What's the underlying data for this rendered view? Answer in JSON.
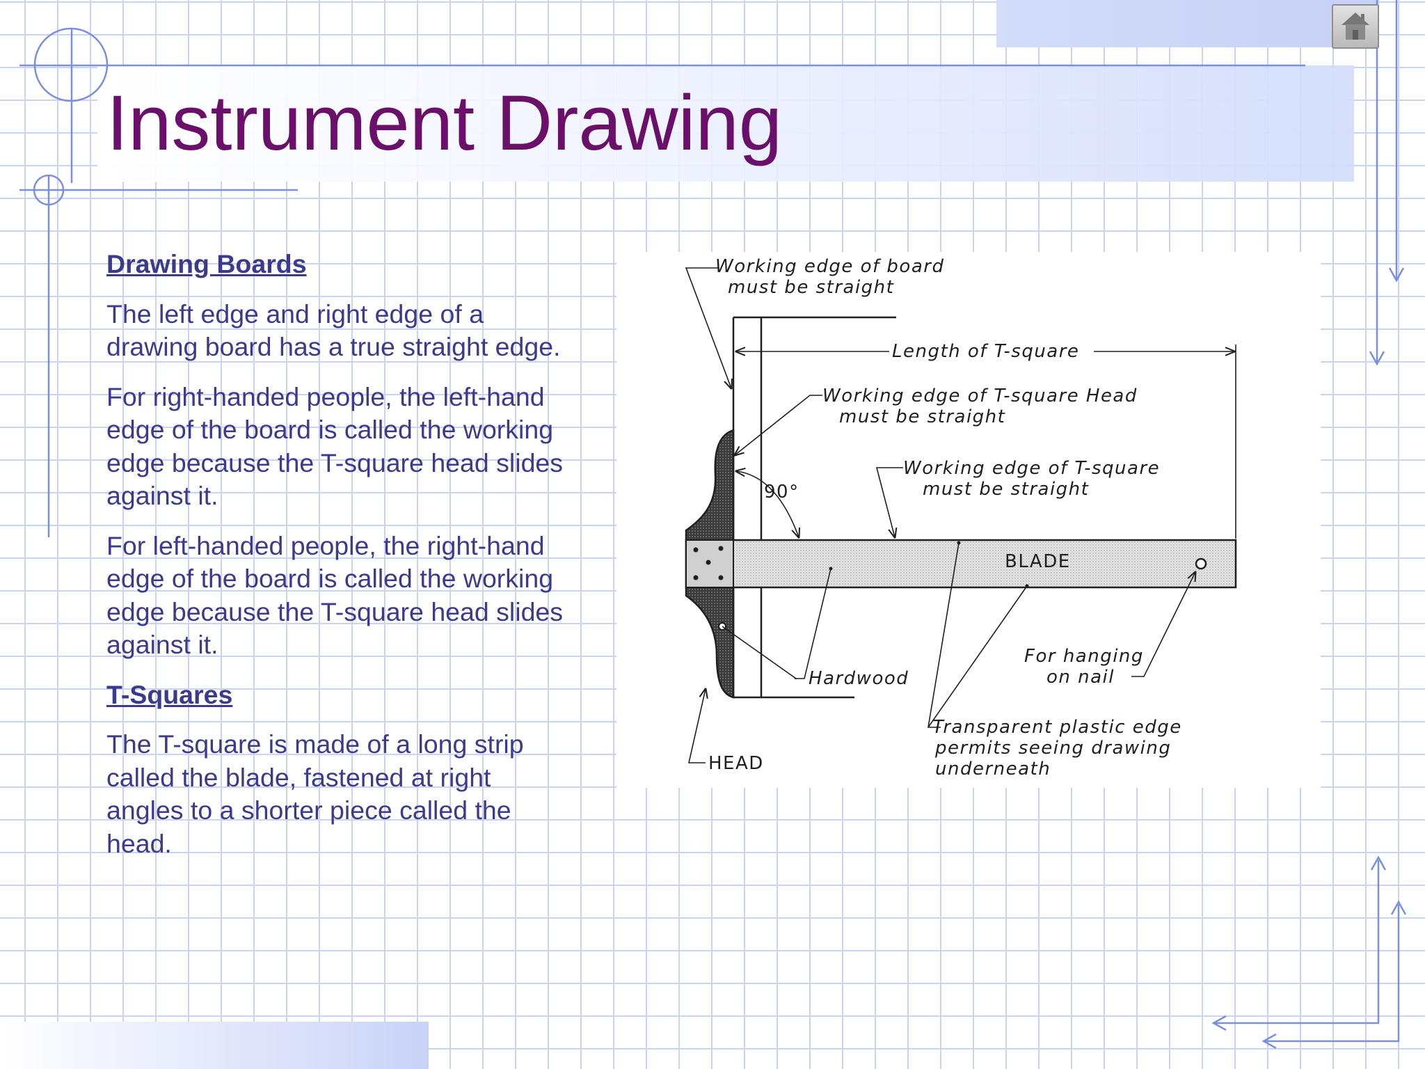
{
  "slide": {
    "title": "Instrument Drawing",
    "sections": [
      {
        "heading": "Drawing Boards",
        "paragraphs": [
          "The left edge and right edge of a drawing board has a true straight edge.",
          "For right-handed people, the left-hand edge of the board is called the working edge because the T-square head slides against it.",
          "For left-handed people, the right-hand edge of the board is called the working edge because the T-square head slides against it."
        ]
      },
      {
        "heading": "T-Squares",
        "paragraphs": [
          "The T-square is made of a long strip called the blade, fastened at right angles to a shorter piece called the head."
        ]
      }
    ]
  },
  "figure": {
    "labels": {
      "board_edge_1": "Working edge of board",
      "board_edge_2": "must be straight",
      "length": "Length of T-square",
      "head_edge_1": "Working edge of T-square Head",
      "head_edge_2": "must be straight",
      "blade_edge_1": "Working edge of T-square",
      "blade_edge_2": "must be straight",
      "angle": "90°",
      "blade": "BLADE",
      "hardwood": "Hardwood",
      "hanging_1": "For hanging",
      "hanging_2": "on nail",
      "plastic_1": "Transparent plastic edge",
      "plastic_2": "permits seeing drawing",
      "plastic_3": "underneath",
      "head": "HEAD"
    }
  },
  "colors": {
    "title": "#6a0f6a",
    "body_text": "#3b3a8c",
    "decor_lines": "#7b8fe0",
    "grid": "#c9d4f3"
  },
  "icons": [
    "home-icon"
  ]
}
